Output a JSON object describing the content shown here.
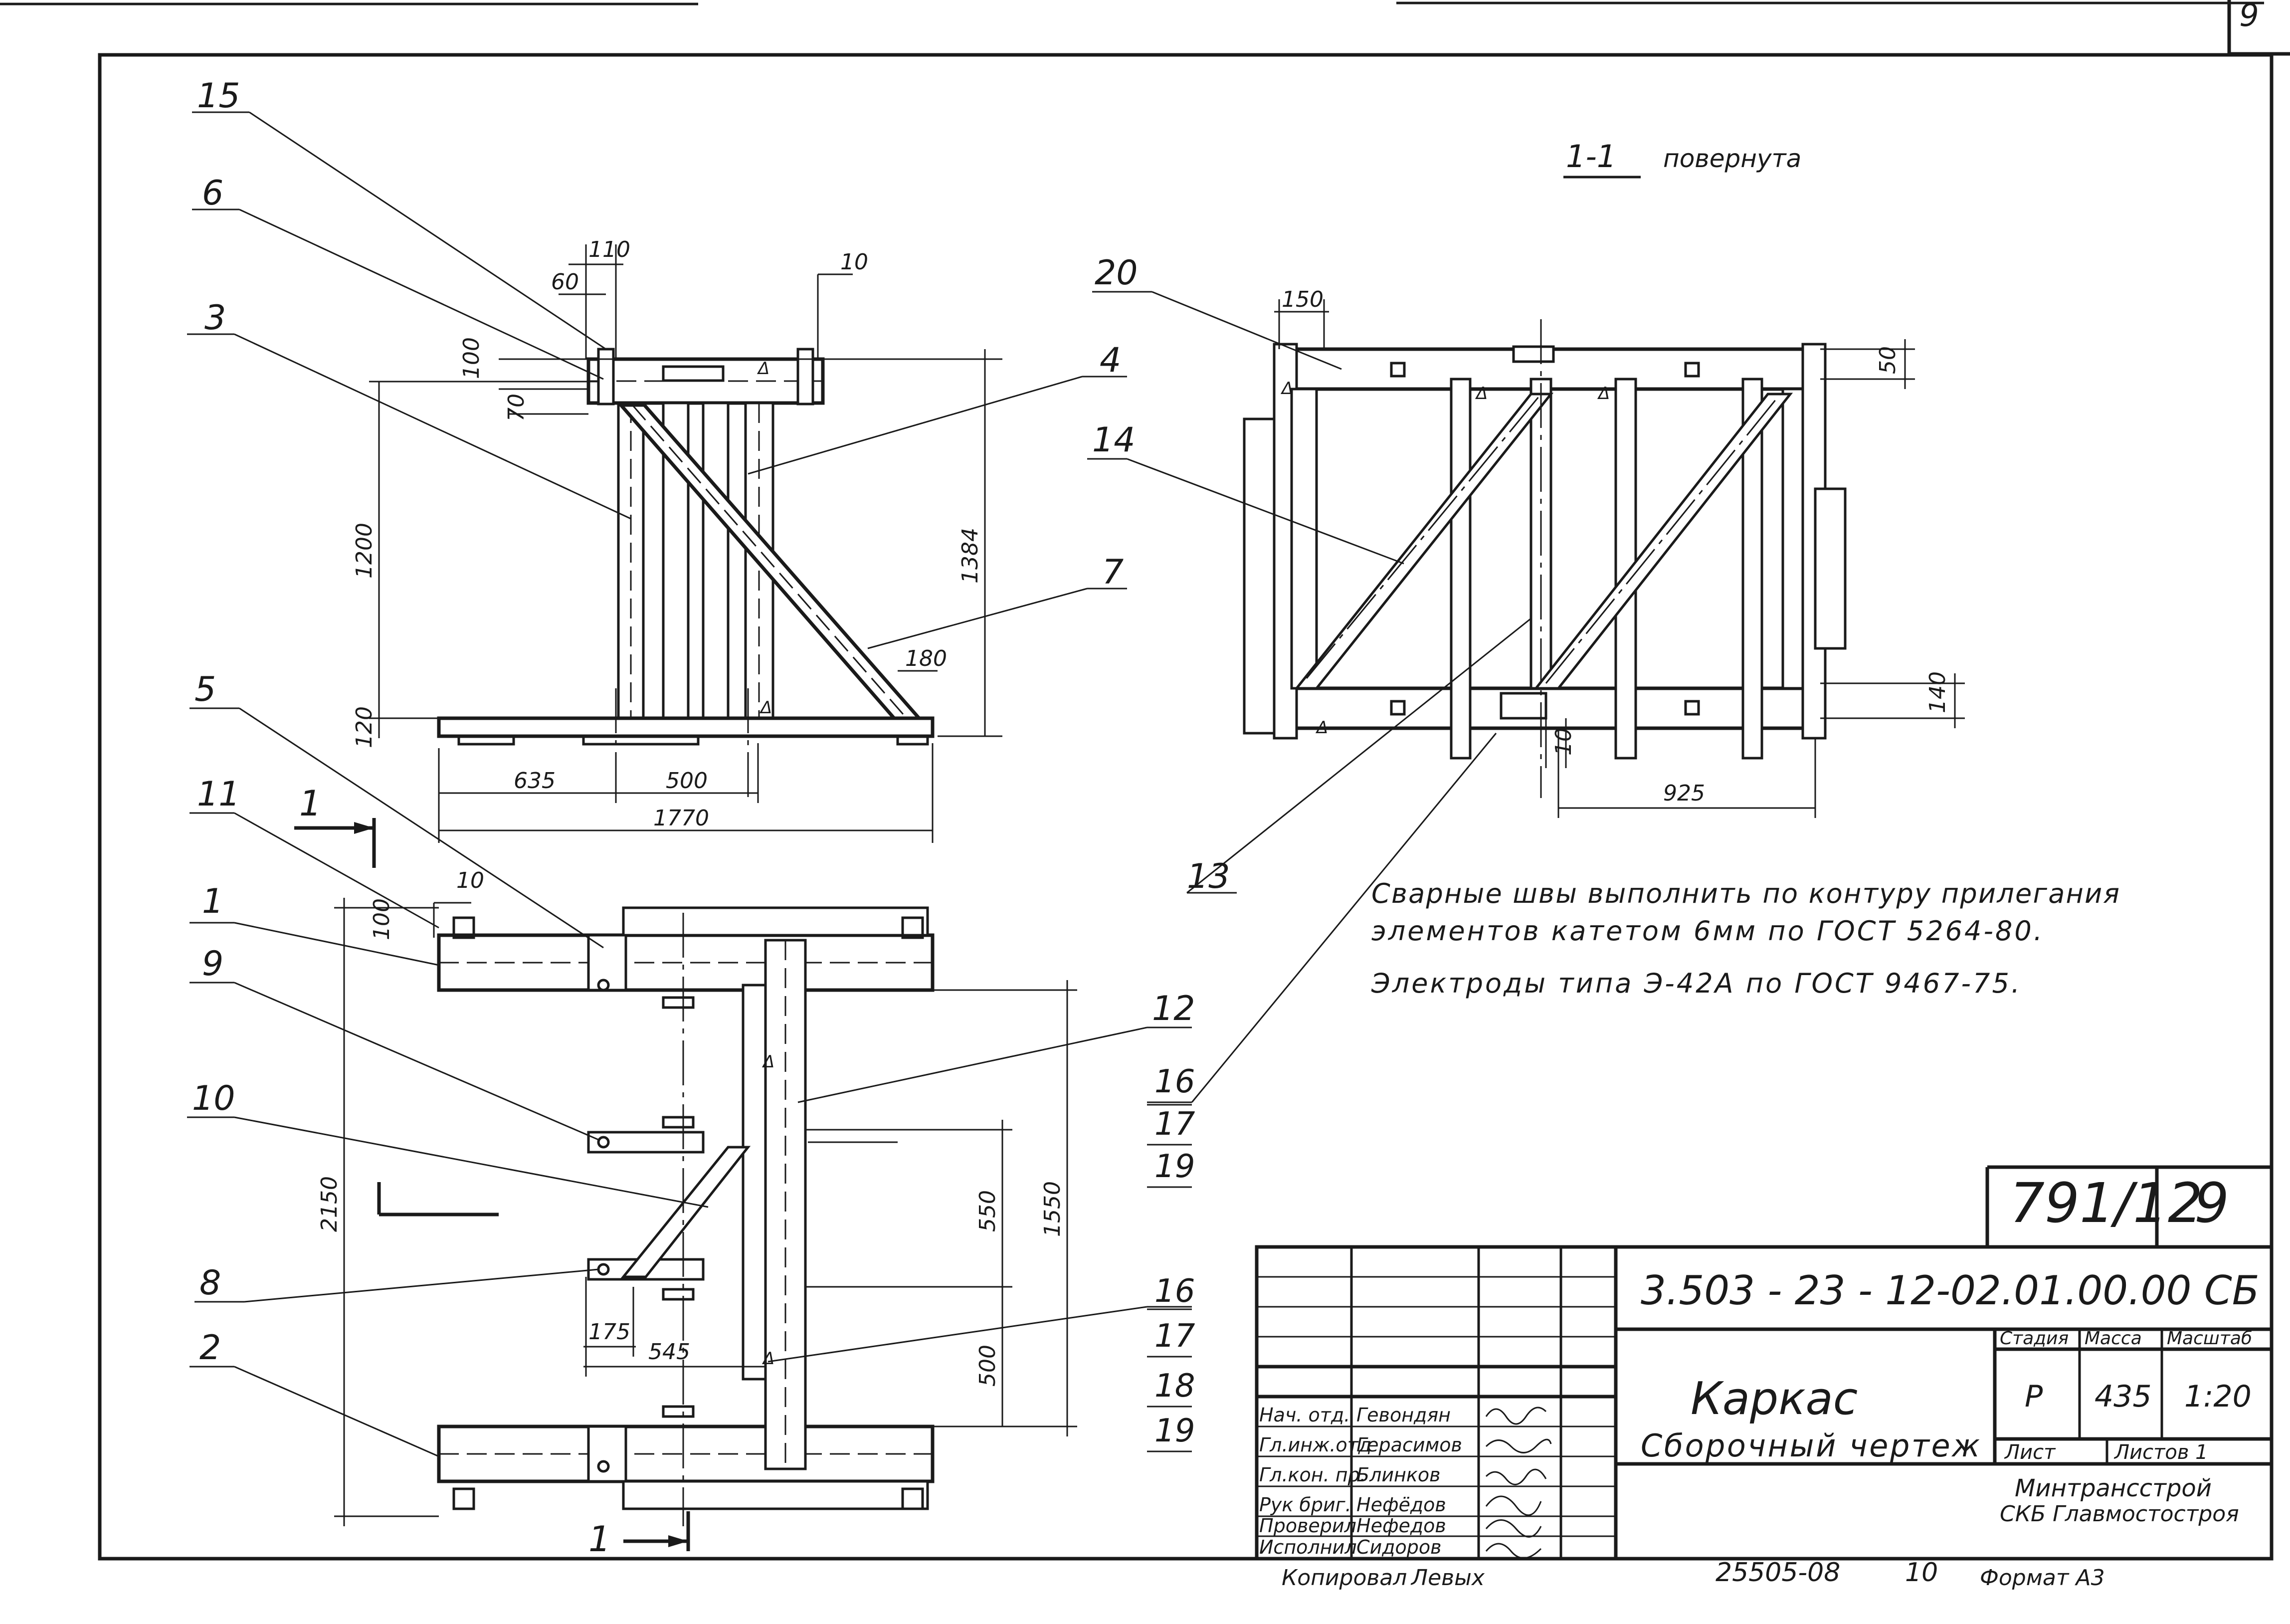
{
  "sheet_number": "9",
  "section_label": {
    "name": "1-1",
    "note": "повернута"
  },
  "notes": [
    "Сварные швы выполнить по контуру прилегания",
    "элементов катетом 6мм по ГОСТ 5264-80.",
    "Электроды типа Э-42А по ГОСТ 9467-75."
  ],
  "callouts": [
    "15",
    "6",
    "3",
    "4",
    "14",
    "20",
    "7",
    "5",
    "11",
    "1",
    "9",
    "10",
    "8",
    "2",
    "12",
    "13"
  ],
  "callout_groups": [
    [
      "16",
      "17",
      "19"
    ],
    [
      "16",
      "17",
      "18",
      "19"
    ]
  ],
  "section_marks": [
    "1",
    "1"
  ],
  "dimensions": {
    "view_front": [
      "110",
      "60",
      "10",
      "100",
      "70",
      "1200",
      "1384",
      "120",
      "180",
      "635",
      "500",
      "1770"
    ],
    "view_section": [
      "150",
      "50",
      "140",
      "10",
      "925"
    ],
    "view_plan": [
      "10",
      "100",
      "2150",
      "1550",
      "550",
      "500",
      "175",
      "545"
    ]
  },
  "weld_marks": [
    "Δ",
    "Δ",
    "Δ",
    "Δ",
    "Δ",
    "Δ",
    "Δ",
    "Δ"
  ],
  "stamp": {
    "ref_no": "791/12",
    "sheet_no": "9",
    "designation": "3.503 - 23 - 12-02.01.00.00 СБ",
    "title": "Каркас",
    "subtitle": "Сборочный чертеж",
    "headers": {
      "stage": "Стадия",
      "mass": "Масса",
      "scale": "Масштаб"
    },
    "stage": "Р",
    "mass": "435",
    "scale": "1:20",
    "sheet_label": "Лист",
    "sheets_label": "Листов 1",
    "org_line1": "Минтрансстрой",
    "org_line2": "СКБ Главмостостроя",
    "roles": [
      {
        "role": "Нач. отд.",
        "name": "Гевондян"
      },
      {
        "role": "Гл.инж.отд",
        "name": "Герасимов"
      },
      {
        "role": "Гл.кон. пр.",
        "name": "Блинков"
      },
      {
        "role": "Рук бриг.",
        "name": "Нефёдов"
      },
      {
        "role": "Проверил",
        "name": "Нефедов"
      },
      {
        "role": "Исполнил",
        "name": "Сидоров"
      }
    ]
  },
  "footer": {
    "copied_label": "Копировал",
    "copied_name": "Левых",
    "inv_no": "25505-08",
    "inv_code": "10",
    "format": "Формат А3"
  },
  "colors": {
    "ink": "#1a1a1a",
    "paper": "#ffffff"
  }
}
